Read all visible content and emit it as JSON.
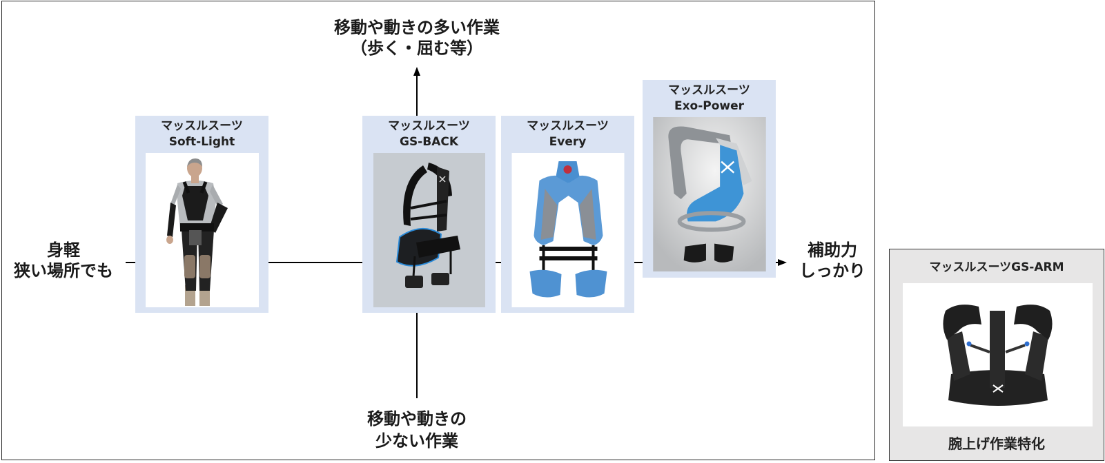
{
  "diagram": {
    "axes": {
      "top": [
        "移動や動きの多い作業",
        "（歩く・屈む等）"
      ],
      "bottom": [
        "移動や動きの",
        "少ない作業"
      ],
      "left": [
        "身軽",
        "狭い場所でも"
      ],
      "right": [
        "補助力",
        "しっかり"
      ]
    },
    "products": [
      {
        "series": "マッスルスーツ",
        "model": "Soft-Light"
      },
      {
        "series": "マッスルスーツ",
        "model": "GS-BACK"
      },
      {
        "series": "マッスルスーツ",
        "model": "Every"
      },
      {
        "series": "マッスルスーツ",
        "model": "Exo-Power"
      }
    ],
    "featured": {
      "title": "マッスルスーツGS-ARM",
      "caption": "腕上げ作業特化"
    }
  },
  "colors": {
    "card_background": "#dae3f3",
    "featured_background": "#e7e6e6",
    "axis": "#000000",
    "product_blue": "#4a90d0"
  }
}
